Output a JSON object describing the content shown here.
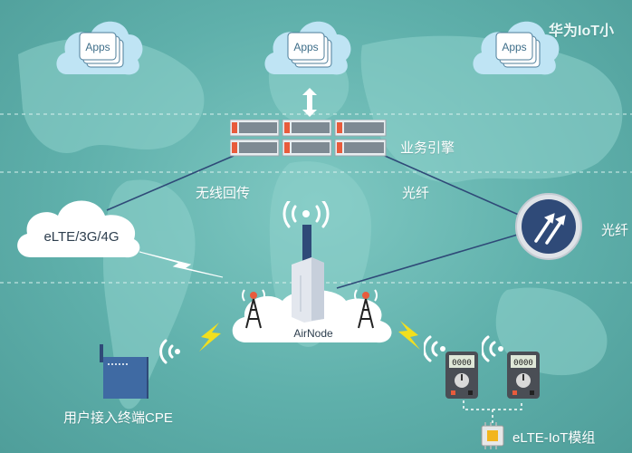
{
  "colors": {
    "background": "#5fb0ab",
    "cloud_blue": "#bfe4f4",
    "cloud_white": "#ffffff",
    "server_red": "#e85b3c",
    "server_gray": "#7e8a93",
    "line_navy": "#2f4a78",
    "lightning_yellow": "#f2df1e"
  },
  "app_clouds": [
    {
      "label": "Apps",
      "icon": "apps-cloud-icon"
    },
    {
      "label": "Apps",
      "icon": "apps-cloud-icon"
    },
    {
      "label": "Apps",
      "icon": "apps-cloud-icon"
    }
  ],
  "top_title": "华为IoT小",
  "service_engine": {
    "label": "业务引擎",
    "icon": "server-rack-icon"
  },
  "links": {
    "wireless_backhaul": "无线回传",
    "fiber_middle": "光纤",
    "fiber_right": "光纤"
  },
  "left_network": {
    "label": "eLTE/3G/4G"
  },
  "base_station": {
    "label": "AirNode"
  },
  "cpe": {
    "label": "用户接入终端CPE"
  },
  "iot_module": {
    "label": "eLTE-IoT模组"
  },
  "meter_display": "0000"
}
